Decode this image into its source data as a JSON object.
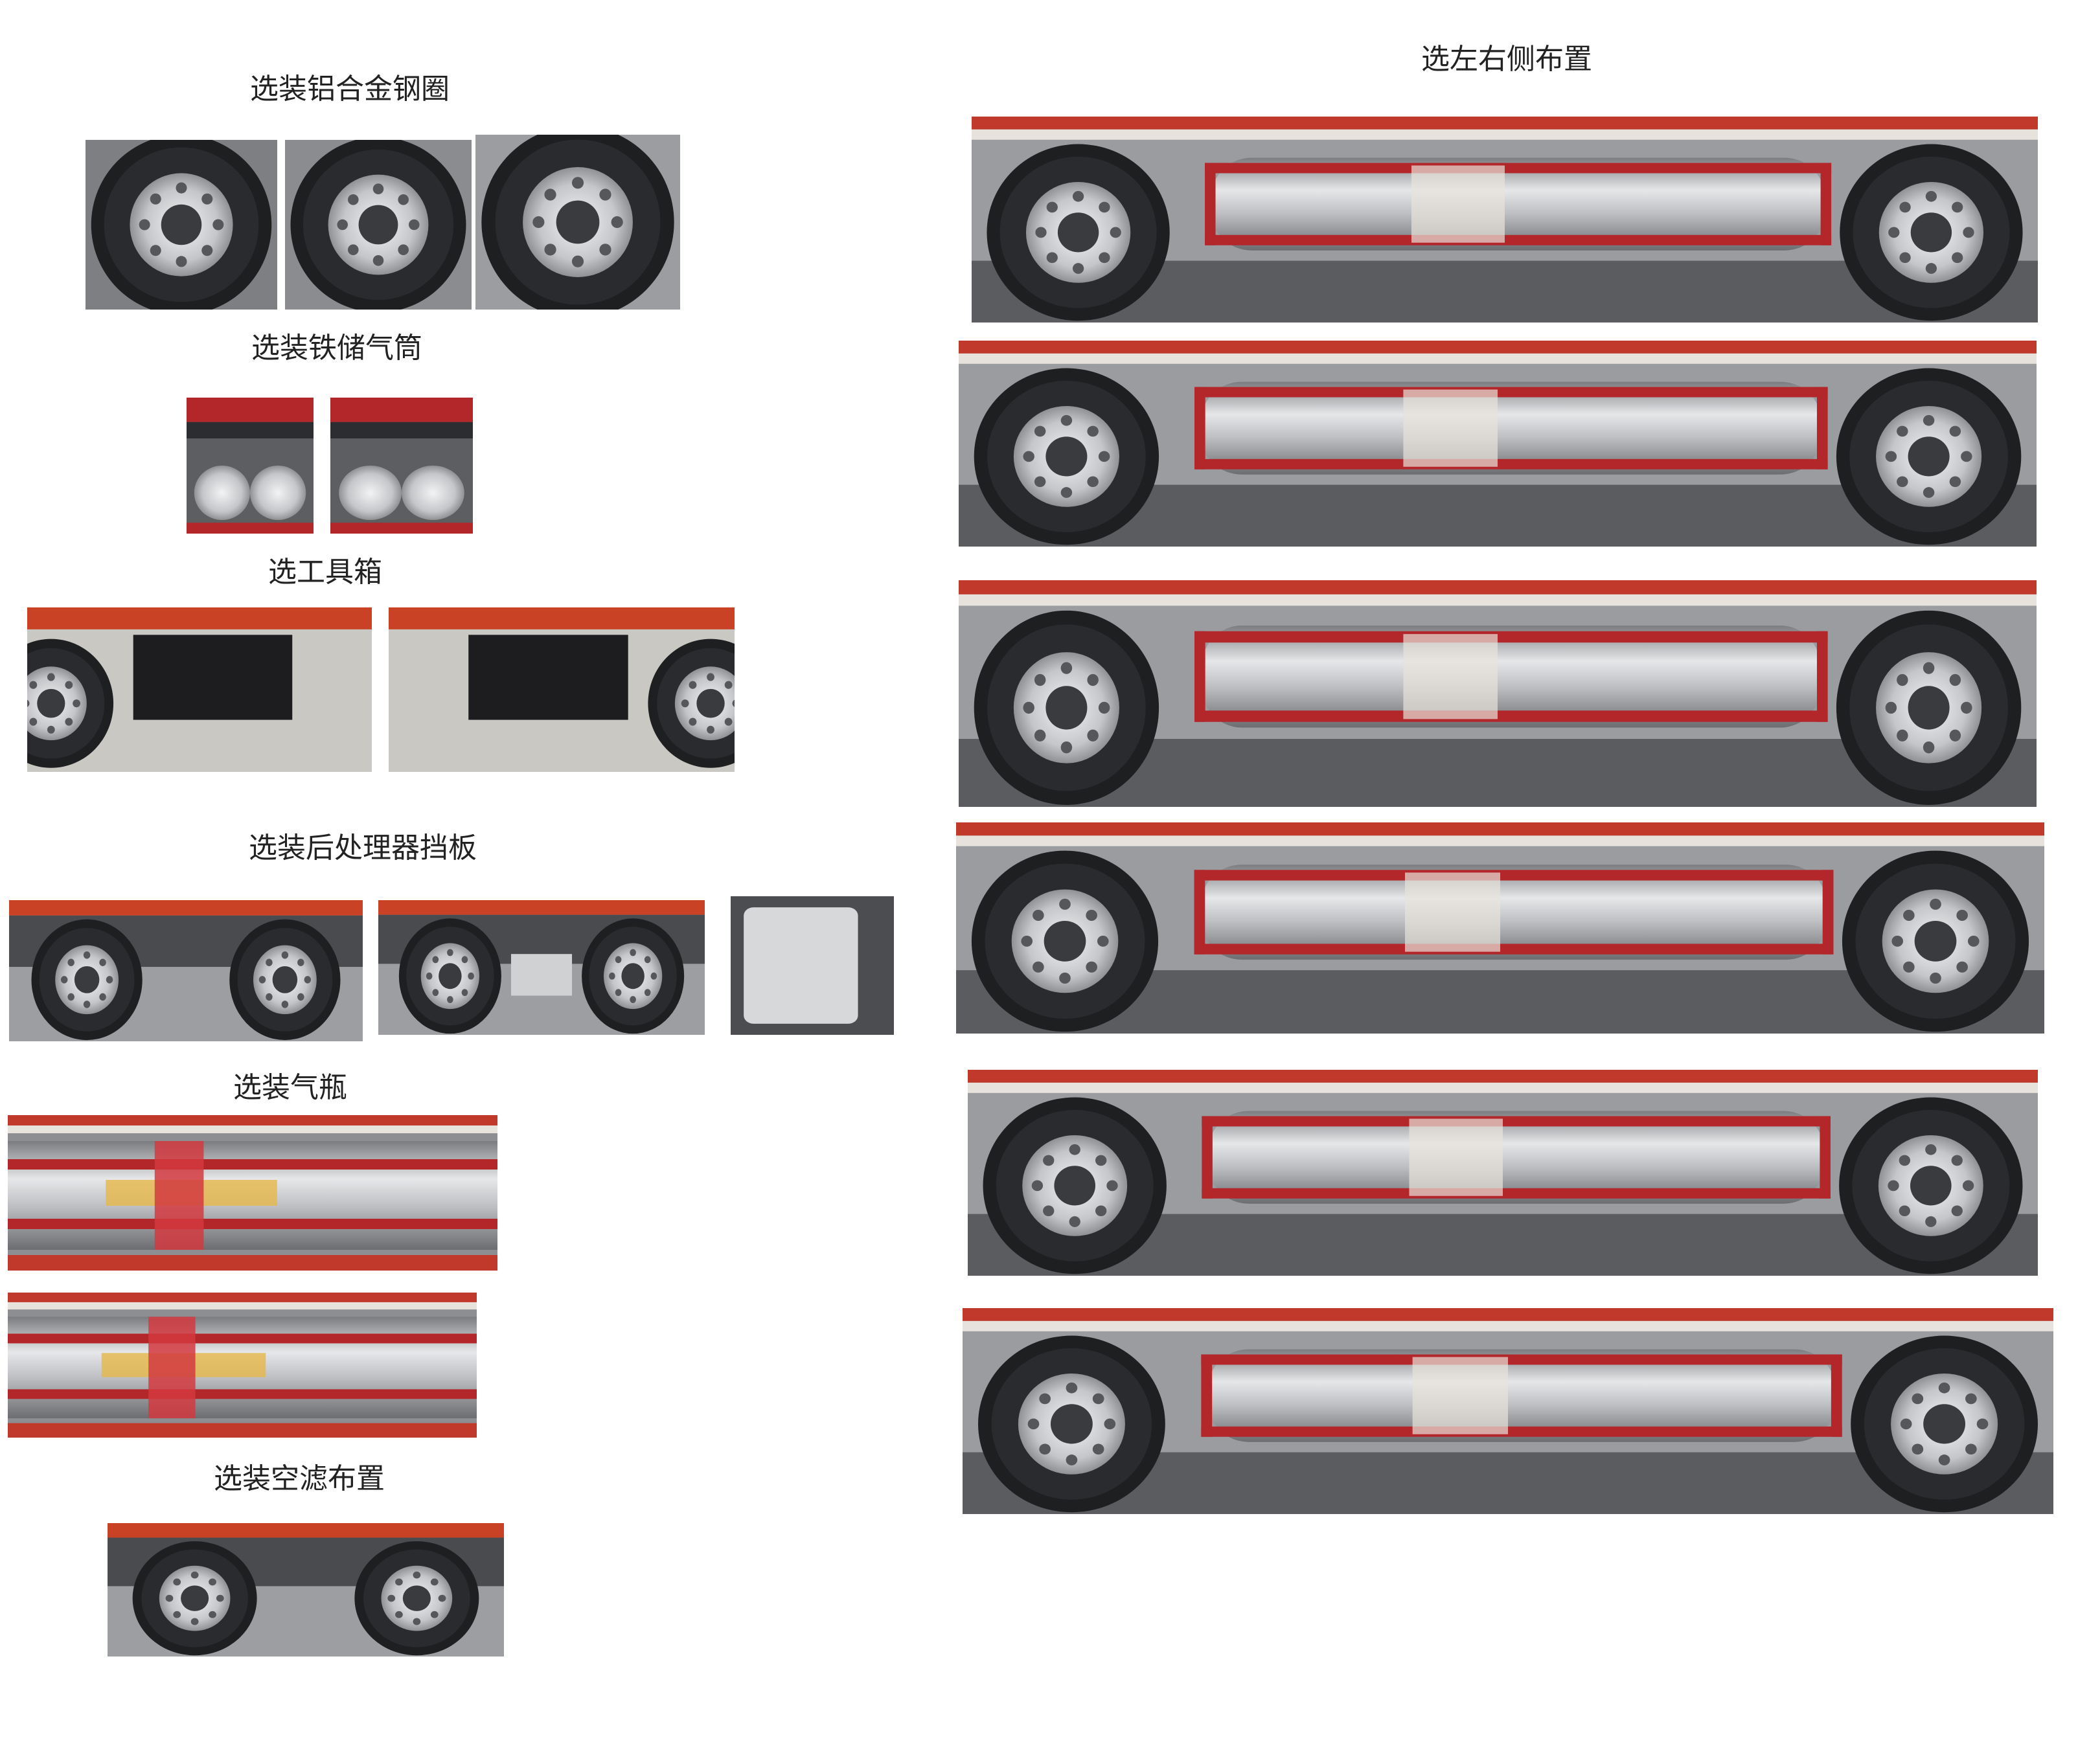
{
  "left": {
    "labels": {
      "alloy_wheels": "选装铝合金钢圈",
      "iron_air_tanks": "选装铁储气筒",
      "toolbox": "选工具箱",
      "aftertreatment_baffle": "选装后处理器挡板",
      "gas_cylinder": "选装气瓶",
      "air_filter": "选装空滤布置"
    }
  },
  "right": {
    "labels": {
      "left_right_layout": "选左右侧布置"
    }
  }
}
